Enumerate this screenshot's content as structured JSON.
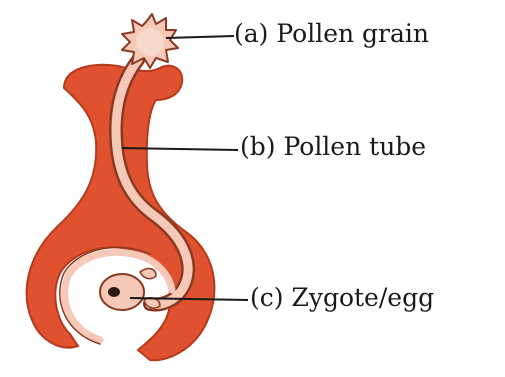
{
  "labels": {
    "a": "(a) Pollen grain",
    "b": "(b) Pollen tube",
    "c": "(c) Zygote/egg"
  },
  "colors": {
    "pistil": "#e0522f",
    "pistil_outline": "#b53a1c",
    "pollen": "#f5c8b8",
    "pollen_outline": "#8a3a22",
    "nucleus": "#2a1a14",
    "leader": "#1a1a1a"
  }
}
